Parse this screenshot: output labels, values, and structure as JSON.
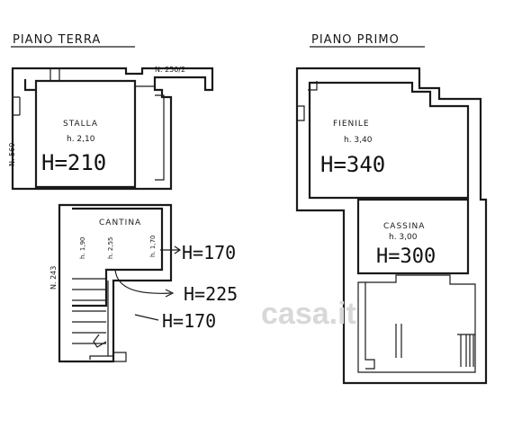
{
  "ground_floor": {
    "title": "PIANO  TERRA",
    "neighbor_top": "N. 250/2",
    "neighbor_left": "N. 560",
    "neighbor_bottom": "N. 243",
    "stalla": {
      "name": "STALLA",
      "height": "h. 2,10",
      "big": "H=210"
    },
    "cantina": {
      "name": "CANTINA",
      "h1": "h. 1,90",
      "h2": "h. 2,55",
      "h3": "h. 1,70",
      "big1": "H=170",
      "big2": "H=225",
      "big3": "H=170"
    }
  },
  "first_floor": {
    "title": "PIANO  PRIMO",
    "fienile": {
      "name": "FIENILE",
      "height": "h. 3,40",
      "big": "H=340"
    },
    "cassina": {
      "name": "CASSINA",
      "height": "h. 3,00",
      "big": "H=300"
    }
  },
  "watermark": "casa.it"
}
